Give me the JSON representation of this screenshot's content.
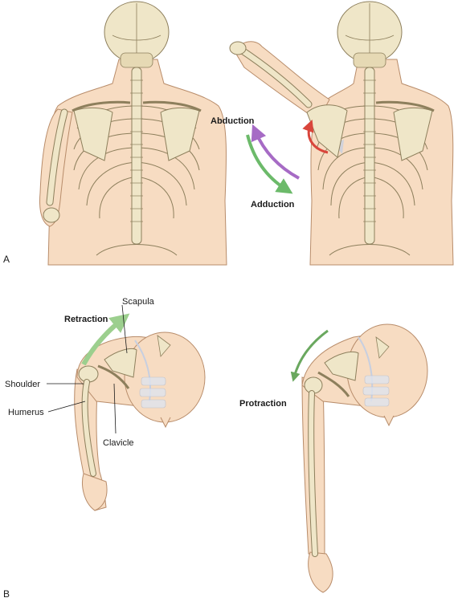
{
  "panels": {
    "a": "A",
    "b": "B"
  },
  "labels": {
    "abduction": "Abduction",
    "adduction": "Adduction",
    "retraction": "Retraction",
    "protraction": "Protraction",
    "scapula": "Scapula",
    "shoulder": "Shoulder",
    "humerus": "Humerus",
    "clavicle": "Clavicle"
  },
  "colors": {
    "skin": "#f7dcc2",
    "skin_outline": "#b88c6a",
    "bone": "#efe6c8",
    "bone_outline": "#8d7f5c",
    "cartilage": "#c7cfe0",
    "abduction_arrow": "#a66bc5",
    "adduction_arrow": "#6cba6a",
    "rotation_arrow": "#d9453b",
    "retraction_arrow": "#9ccf8e",
    "protraction_arrow": "#6aa85f"
  }
}
